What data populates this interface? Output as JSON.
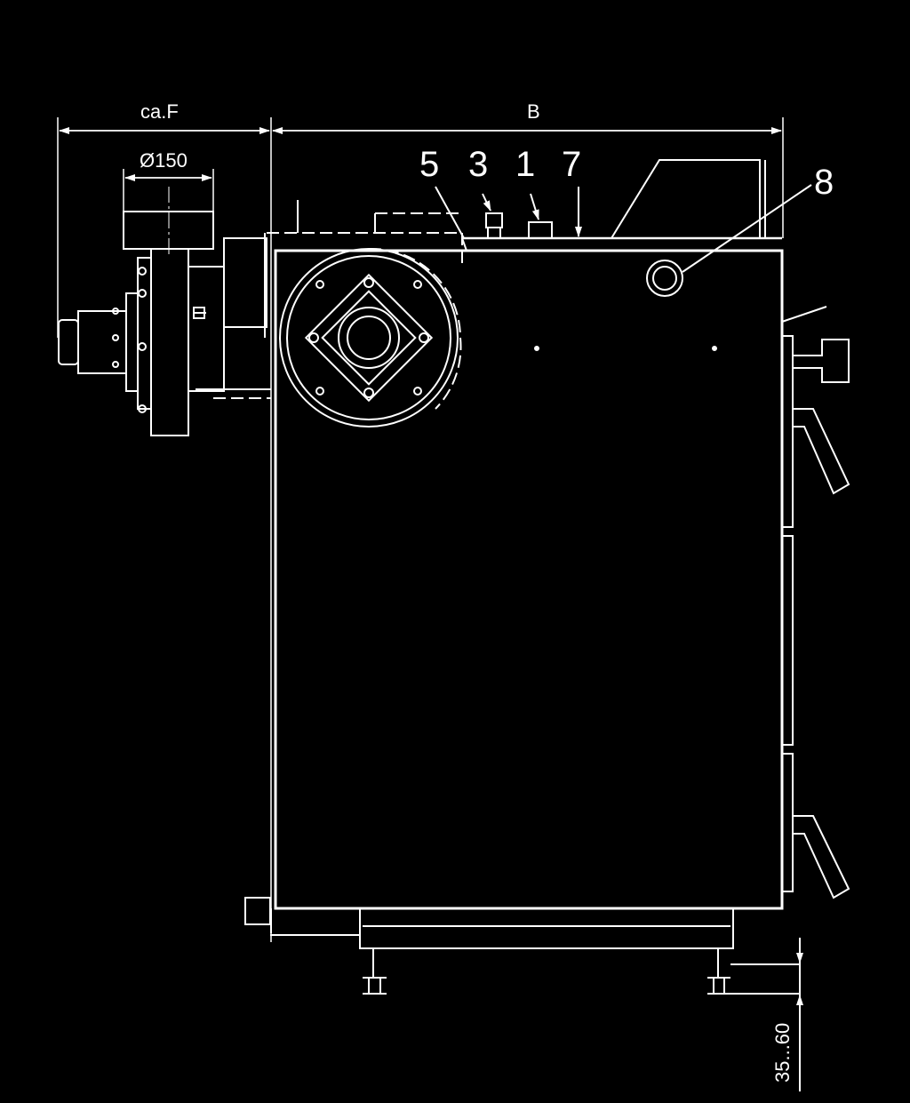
{
  "dimensions": {
    "overall_width": "B",
    "burner_projection": "ca.F",
    "flue_diameter": "Ø150",
    "foot_adjustment": "35...60"
  },
  "callouts": [
    {
      "id": "5",
      "label": "5"
    },
    {
      "id": "3",
      "label": "3"
    },
    {
      "id": "1",
      "label": "1"
    },
    {
      "id": "7",
      "label": "7"
    },
    {
      "id": "8",
      "label": "8"
    }
  ],
  "colors": {
    "background": "#000000",
    "line": "#ffffff"
  }
}
